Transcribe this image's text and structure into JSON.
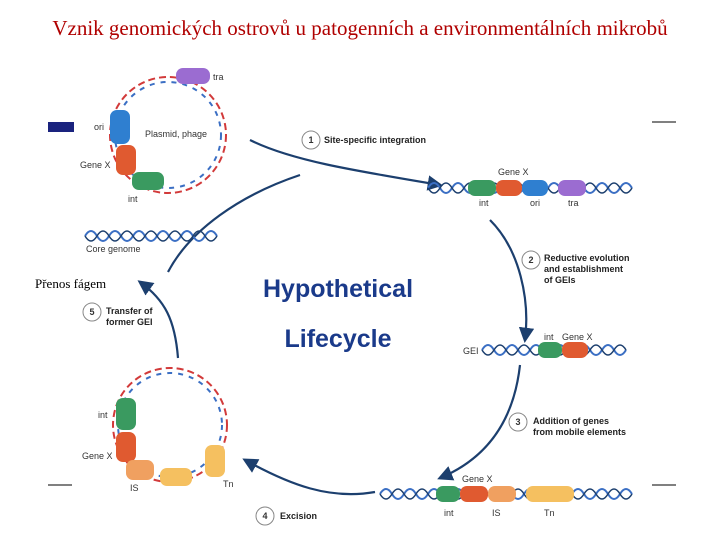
{
  "title": "Vznik genomických ostrovů u patogenních a environmentálních mikrobů",
  "caption": "Přenos fágem",
  "center": {
    "line1": "Hypothetical",
    "line2": "Lifecycle"
  },
  "steps": [
    {
      "num": "1",
      "text": [
        "Site-specific integration"
      ]
    },
    {
      "num": "2",
      "text": [
        "Reductive evolution",
        "and establishment",
        "of GEIs"
      ]
    },
    {
      "num": "3",
      "text": [
        "Addition of genes",
        "from mobile elements"
      ]
    },
    {
      "num": "4",
      "text": [
        "Excision"
      ]
    },
    {
      "num": "5",
      "text": [
        "Transfer of",
        "former GEI"
      ]
    }
  ],
  "labels": {
    "tra": "tra",
    "ori": "ori",
    "plasmid_phage": "Plasmid, phage",
    "gene_x": "Gene X",
    "int": "int",
    "core_genome": "Core genome",
    "gei": "GEI",
    "is": "IS",
    "tn": "Tn"
  },
  "colors": {
    "title": "#b00000",
    "text_blue": "#1a3a8a",
    "arrow": "#1c3f6e",
    "strand_red": "#d23a3a",
    "strand_blue": "#3b6fc4",
    "tra": "#9b6cd1",
    "ori": "#2f7fd0",
    "gene_x": "#e05a30",
    "int": "#3a9a60",
    "is": "#f0a060",
    "tn": "#f5c060"
  }
}
